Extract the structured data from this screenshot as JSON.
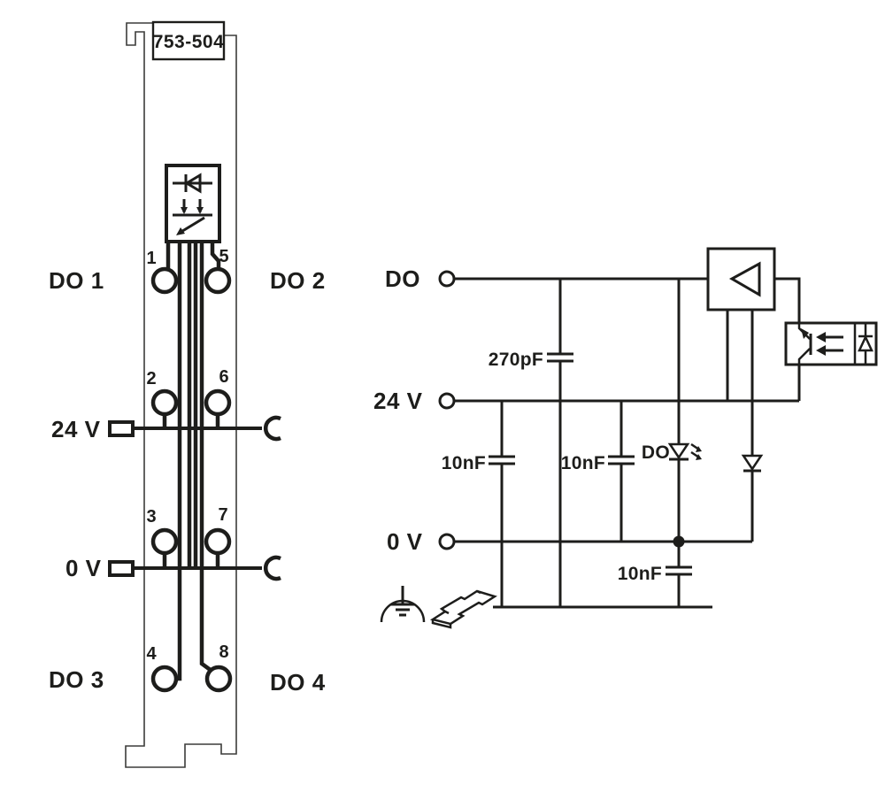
{
  "module": {
    "part_number": "753-504",
    "terminal_numbers": [
      "1",
      "2",
      "3",
      "4",
      "5",
      "6",
      "7",
      "8"
    ],
    "labels": {
      "do1": "DO 1",
      "do2": "DO 2",
      "v24": "24 V",
      "v0": "0 V",
      "do3": "DO 3",
      "do4": "DO 4"
    }
  },
  "schematic": {
    "labels": {
      "do": "DO",
      "v24": "24 V",
      "v0": "0 V",
      "led": "DO"
    },
    "capacitors": {
      "do_to_pe": "270pF",
      "v24_to_pe": "10nF",
      "v24_to_v0": "10nF",
      "v0_to_pe": "10nF"
    }
  },
  "colors": {
    "line": "#1d1d1b",
    "background": "#ffffff"
  },
  "icons": {
    "earth-ground-icon": "dome over ground bars",
    "din-rail-icon": "3d rail clip polygon",
    "power-contact-left-icon": "small rectangle",
    "power-contact-right-icon": "open half circle",
    "status-led-icon": "diode with arrows",
    "driver-icon": "left-pointing triangle in box",
    "optocoupler-icon": "phototransistor + led in box",
    "freewheeling-diode-icon": "down triangle with bar"
  }
}
